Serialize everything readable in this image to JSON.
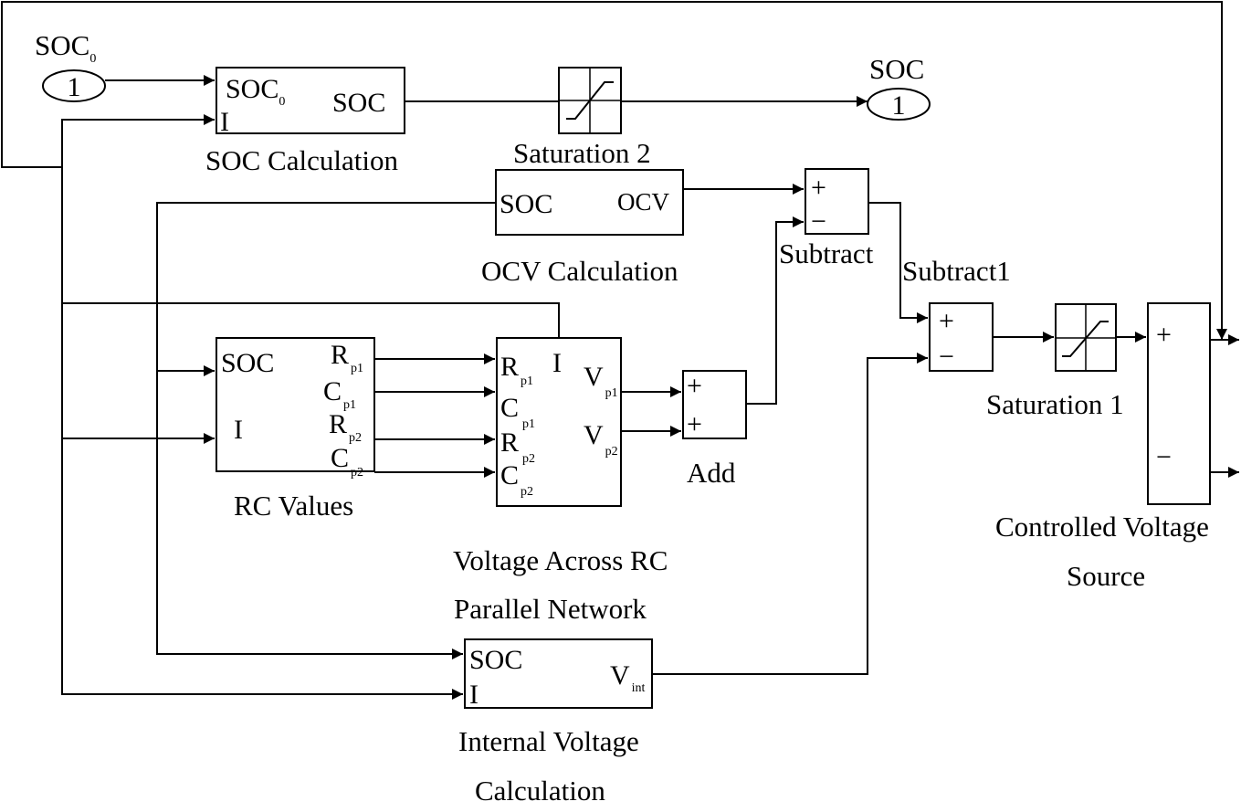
{
  "inport": {
    "label": "SOC",
    "sub": "0",
    "number": "1"
  },
  "outport": {
    "label": "SOC",
    "number": "1"
  },
  "blocks": {
    "soc_calc": {
      "name": "SOC Calculation",
      "in_soc0": "SOC",
      "in_soc0_sub": "0",
      "in_i": "I",
      "out_soc": "SOC"
    },
    "saturation2": {
      "name": "Saturation 2"
    },
    "ocv_calc": {
      "name": "OCV Calculation",
      "in_soc": "SOC",
      "out_ocv": "OCV"
    },
    "subtract": {
      "name": "Subtract",
      "plus": "+",
      "minus": "−"
    },
    "subtract1": {
      "name": "Subtract1",
      "plus": "+",
      "minus": "−"
    },
    "rc_values": {
      "name": "RC Values",
      "in_soc": "SOC",
      "in_i": "I",
      "out_rp1": "R",
      "out_rp1_sub": "p1",
      "out_cp1": "C",
      "out_cp1_sub": "p1",
      "out_rp2": "R",
      "out_rp2_sub": "p2",
      "out_cp2": "C",
      "out_cp2_sub": "p2"
    },
    "voltage_rc": {
      "name_line1": "Voltage Across RC",
      "name_line2": "Parallel Network",
      "in_rp1": "R",
      "in_rp1_sub": "p1",
      "in_cp1": "C",
      "in_cp1_sub": "p1",
      "in_rp2": "R",
      "in_rp2_sub": "p2",
      "in_cp2": "C",
      "in_cp2_sub": "p2",
      "in_i": "I",
      "out_vp1": "V",
      "out_vp1_sub": "p1",
      "out_vp2": "V",
      "out_vp2_sub": "p2"
    },
    "add": {
      "name": "Add",
      "plus1": "+",
      "plus2": "+"
    },
    "saturation1": {
      "name": "Saturation 1"
    },
    "cvs": {
      "name_line1": "Controlled Voltage",
      "name_line2": "Source",
      "plus": "+",
      "minus": "−"
    },
    "internal_voltage": {
      "name_line1": "Internal Voltage",
      "name_line2": "Calculation",
      "in_soc": "SOC",
      "in_i": "I",
      "out_vint": "V",
      "out_vint_sub": "int"
    }
  }
}
